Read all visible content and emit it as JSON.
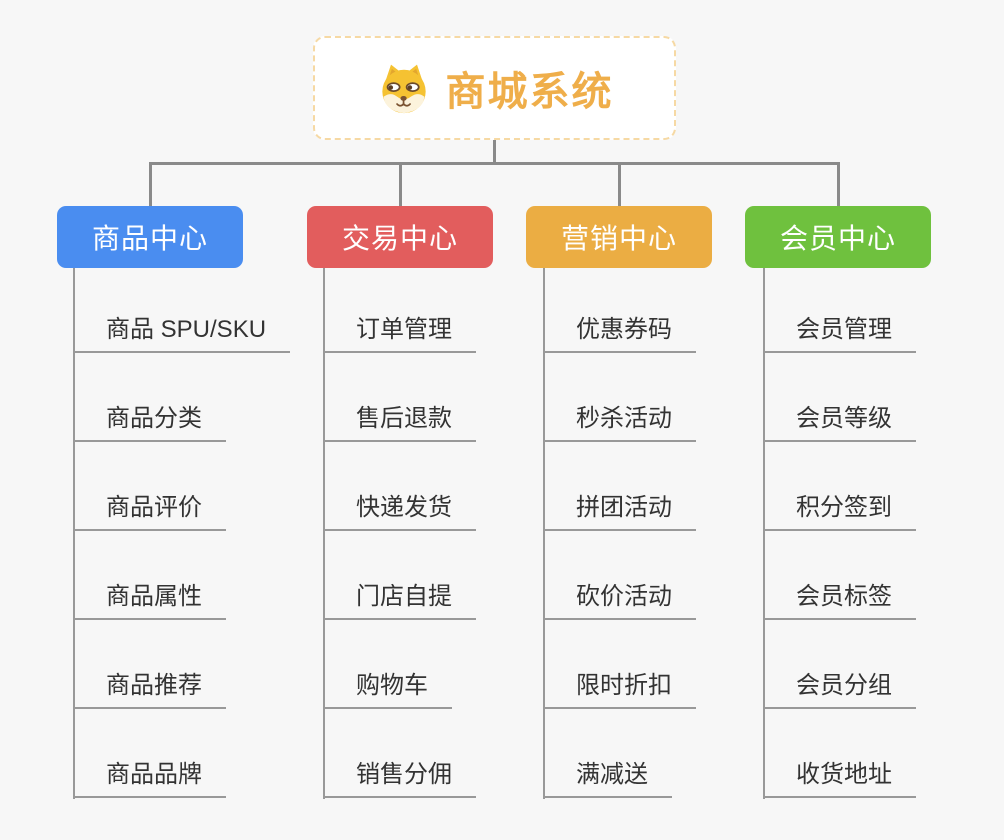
{
  "page": {
    "background": "#f7f7f7"
  },
  "root": {
    "title": "商城系统",
    "icon": "shiba-dog-icon",
    "text_color": "#EFAE4A",
    "border_color": "#F6D9A4"
  },
  "connector_color": "#8A8A8A",
  "underline_color": "#999999",
  "leaf_text_color": "#333333",
  "branches": [
    {
      "label": "商品中心",
      "color": "#4A8DF0",
      "items": [
        "商品 SPU/SKU",
        "商品分类",
        "商品评价",
        "商品属性",
        "商品推荐",
        "商品品牌"
      ]
    },
    {
      "label": "交易中心",
      "color": "#E25D5D",
      "items": [
        "订单管理",
        "售后退款",
        "快递发货",
        "门店自提",
        "购物车",
        "销售分佣"
      ]
    },
    {
      "label": "营销中心",
      "color": "#EBAD43",
      "items": [
        "优惠券码",
        "秒杀活动",
        "拼团活动",
        "砍价活动",
        "限时折扣",
        "满减送"
      ]
    },
    {
      "label": "会员中心",
      "color": "#6FC13E",
      "items": [
        "会员管理",
        "会员等级",
        "积分签到",
        "会员标签",
        "会员分组",
        "收货地址"
      ]
    }
  ]
}
